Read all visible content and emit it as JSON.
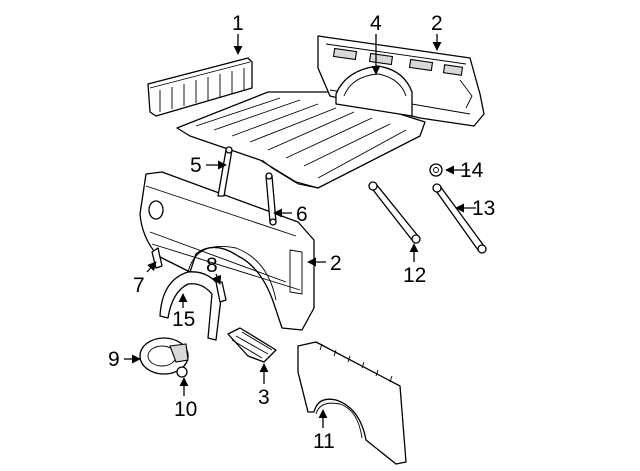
{
  "callouts": [
    {
      "id": "c1",
      "label": "1"
    },
    {
      "id": "c2a",
      "label": "2"
    },
    {
      "id": "c2b",
      "label": "2"
    },
    {
      "id": "c3",
      "label": "3"
    },
    {
      "id": "c4",
      "label": "4"
    },
    {
      "id": "c5",
      "label": "5"
    },
    {
      "id": "c6",
      "label": "6"
    },
    {
      "id": "c7",
      "label": "7"
    },
    {
      "id": "c8",
      "label": "8"
    },
    {
      "id": "c9",
      "label": "9"
    },
    {
      "id": "c10",
      "label": "10"
    },
    {
      "id": "c11",
      "label": "11"
    },
    {
      "id": "c12",
      "label": "12"
    },
    {
      "id": "c13",
      "label": "13"
    },
    {
      "id": "c14",
      "label": "14"
    },
    {
      "id": "c15",
      "label": "15"
    }
  ]
}
